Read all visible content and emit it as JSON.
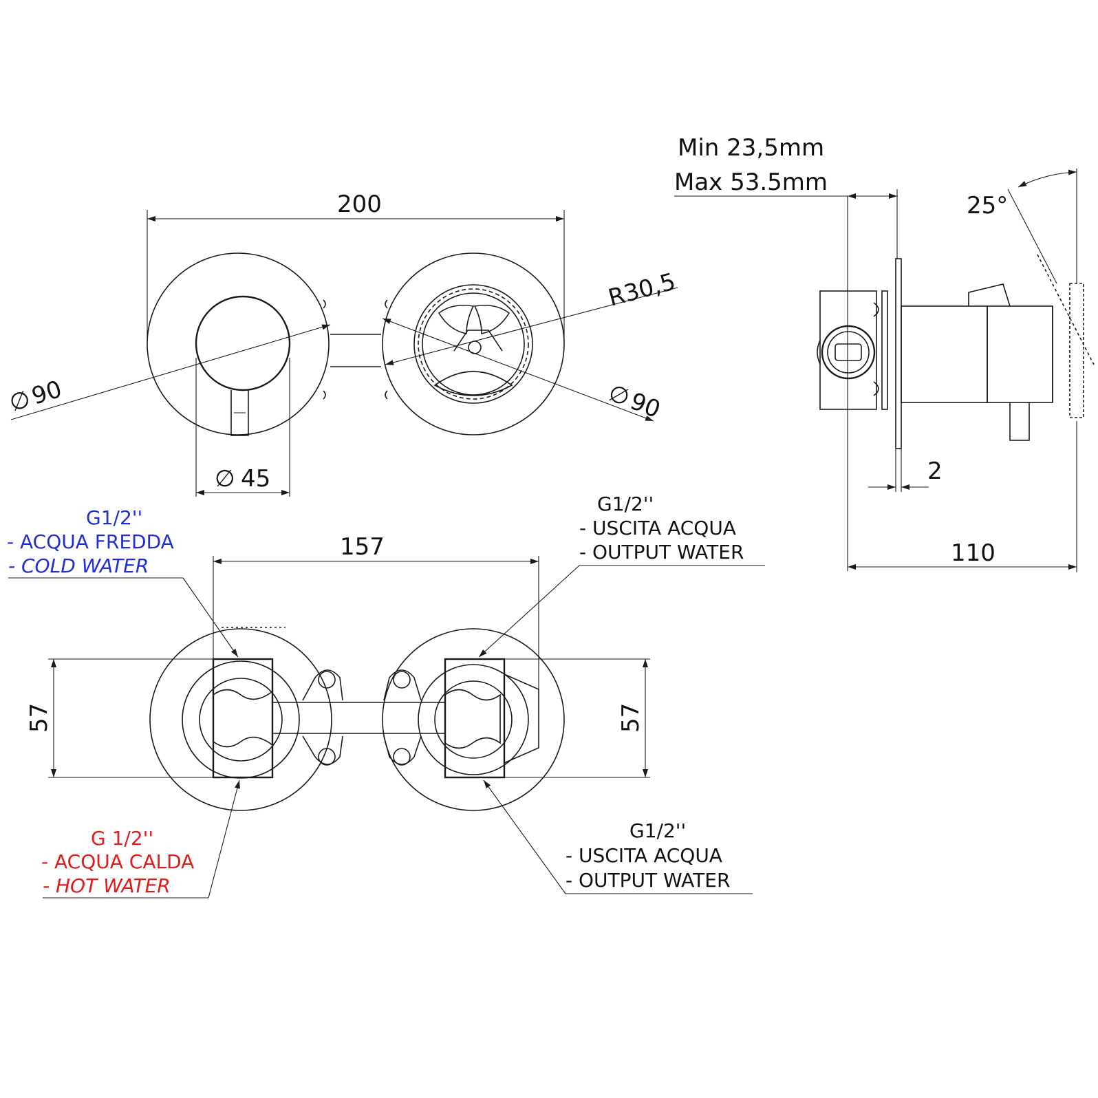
{
  "colors": {
    "line": "#1a1a1a",
    "cold": "#1f2fd1",
    "hot": "#e01b1b"
  },
  "front_view": {
    "width_dim": "200",
    "left_diameter": "90",
    "right_diameter": "90",
    "lever_diameter": "45",
    "handle_radius": "R30,5",
    "diameter_symbol": "∅"
  },
  "side_view": {
    "min_depth": "Min 23,5mm",
    "max_depth": "Max 53.5mm",
    "angle": "25°",
    "plate_thickness": "2",
    "total_depth": "110"
  },
  "rear_view": {
    "spacing": "157",
    "left_height": "57",
    "right_height": "57"
  },
  "callouts": {
    "cold": {
      "thread": "G1/2''",
      "line1": "- ACQUA FREDDA",
      "line2": "- COLD WATER"
    },
    "hot": {
      "thread": "G 1/2''",
      "line1": "- ACQUA CALDA",
      "line2": "- HOT WATER"
    },
    "output_top": {
      "thread": "G1/2''",
      "line1": "- USCITA ACQUA",
      "line2": "- OUTPUT WATER"
    },
    "output_bottom": {
      "thread": "G1/2''",
      "line1": "- USCITA ACQUA",
      "line2": "- OUTPUT WATER"
    }
  }
}
